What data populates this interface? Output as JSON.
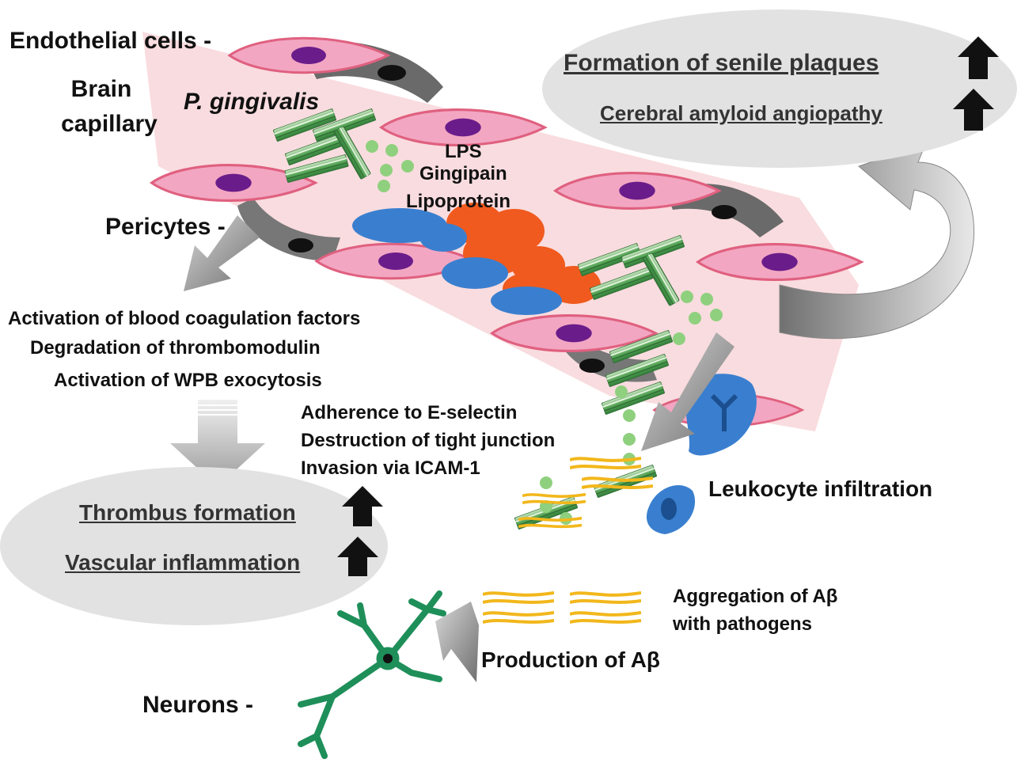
{
  "labels": {
    "endothelial": "Endothelial cells -",
    "brain_capillary_1": "Brain",
    "brain_capillary_2": "capillary",
    "pathogen": "P. gingivalis",
    "lps": "LPS",
    "gingipain": "Gingipain",
    "lipoprotein": "Lipoprotein",
    "pericytes": "Pericytes -",
    "neurons": "Neurons -",
    "leukocyte_infiltration": "Leukocyte infiltration",
    "production_abeta": "Production of Aβ",
    "aggregation_1": "Aggregation of Aβ",
    "aggregation_2": "with pathogens"
  },
  "effects_left": [
    "Activation of blood coagulation factors",
    "Degradation of thrombomodulin",
    "Activation of WPB exocytosis"
  ],
  "effects_middle": [
    "Adherence to E-selectin",
    "Destruction of tight junction",
    "Invasion via ICAM-1"
  ],
  "outcomes_left": {
    "thrombus": "Thrombus formation",
    "vascular": "Vascular inflammation"
  },
  "outcomes_right": {
    "plaques": "Formation of senile plaques",
    "caa": "Cerebral amyloid angiopathy"
  },
  "colors": {
    "capillary": "#f9dcdf",
    "endothelial_cell": "#f2a6c2",
    "nucleus": "#6a1c8a",
    "pericyte": "#555555",
    "bacteria": "#3f9a4a",
    "vesicle": "#8fd07e",
    "rbc": "#f05a1e",
    "leukocyte": "#3a7fcf",
    "amyloid": "#f2b71b",
    "neuron": "#1f8f5a",
    "ellipse": "#e2e2e2"
  }
}
